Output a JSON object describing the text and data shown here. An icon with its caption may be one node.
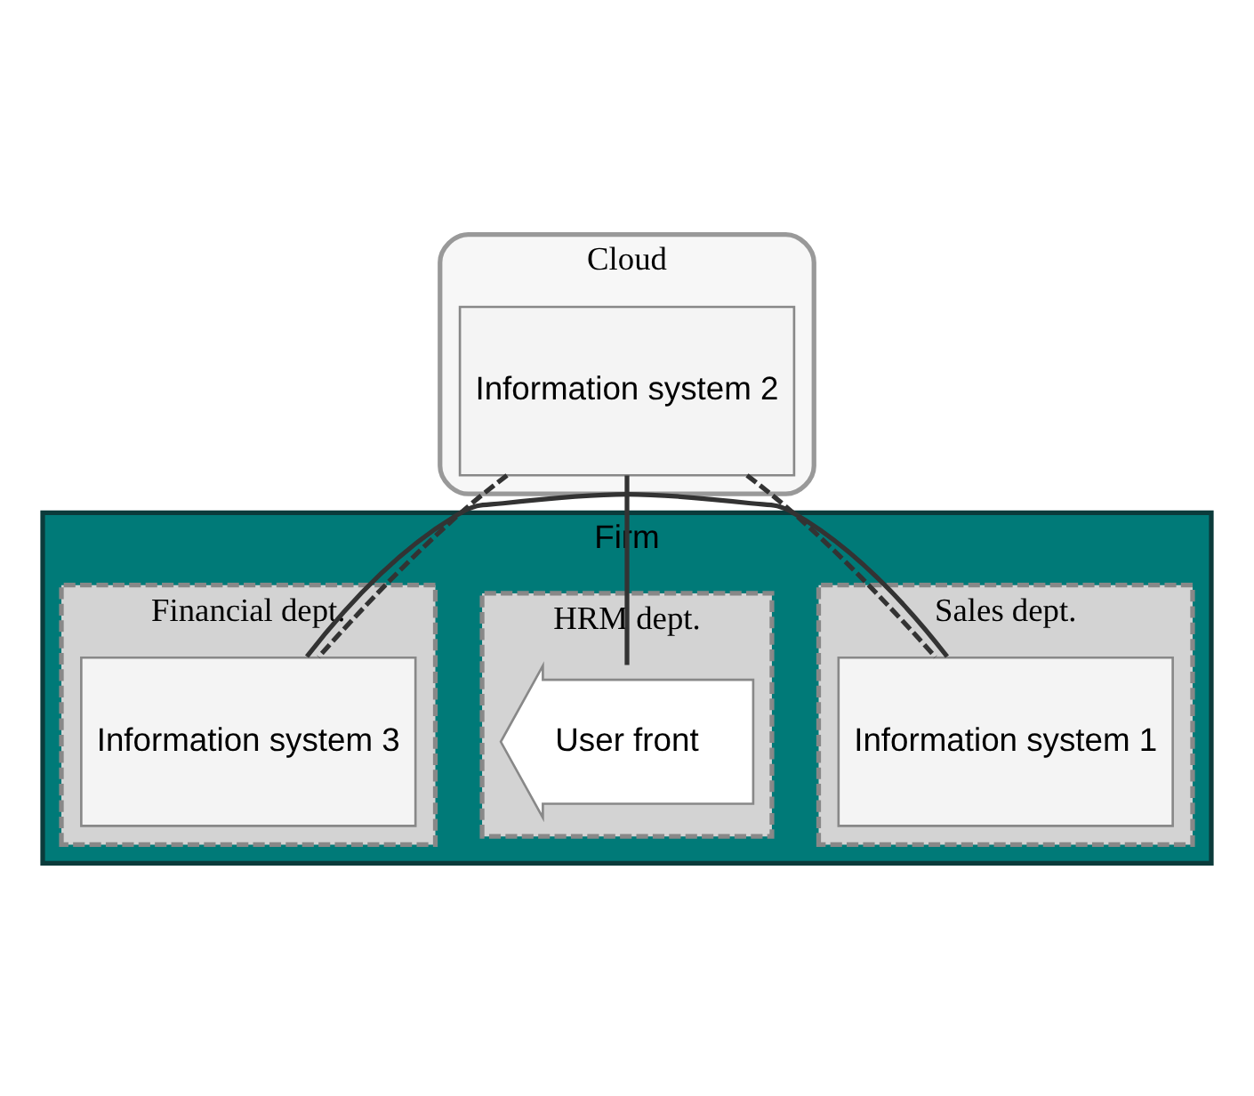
{
  "diagram": {
    "nodes": [
      {
        "text": [
          "Cloud"
        ]
      },
      {
        "text": [
          "Information system 2"
        ],
        "in": 0
      },
      {
        "text": [
          "Firm"
        ]
      },
      {
        "text": [
          "Sales dept."
        ],
        "in": 2
      },
      {
        "text": [
          "HRM dept."
        ],
        "in": 2
      },
      {
        "text": [
          "Financial dept."
        ],
        "in": 2
      },
      {
        "text": [
          "Information system 1"
        ],
        "in": 3
      },
      {
        "text": [
          "User front"
        ],
        "in": 4
      },
      {
        "text": [
          "Information system 3"
        ],
        "in": 5
      }
    ],
    "edges": [
      {
        "from": 1,
        "to": 6,
        "arrow": "none",
        "style": "dashed"
      },
      {
        "from": 1,
        "to": 7,
        "arrow": "none"
      },
      {
        "from": 1,
        "to": 8,
        "arrow": "none",
        "style": "dashed"
      },
      {
        "from": 6,
        "to": 8,
        "arrow": "none"
      }
    ]
  }
}
